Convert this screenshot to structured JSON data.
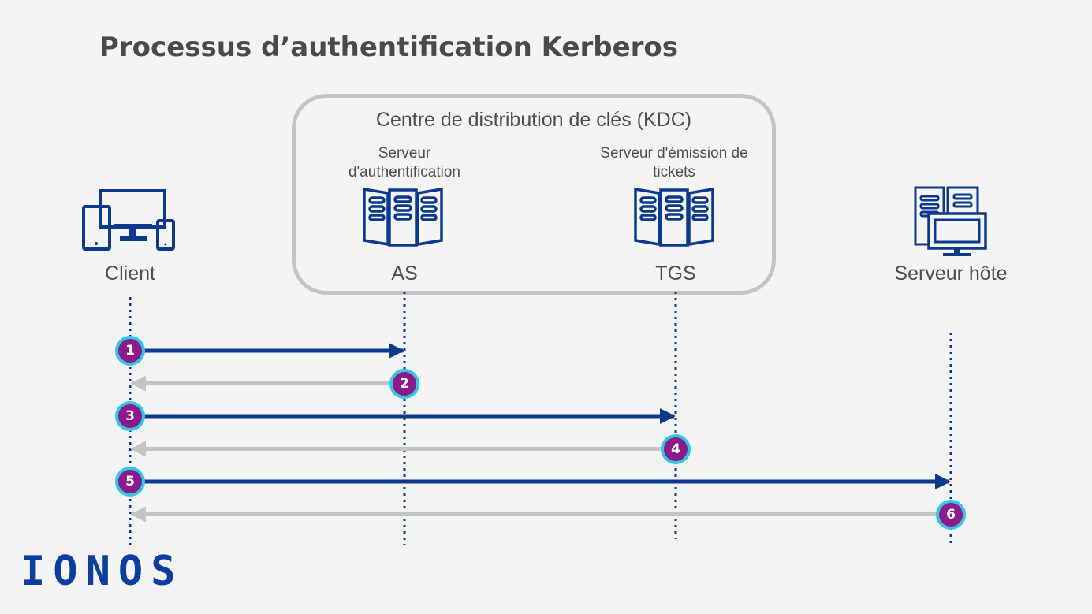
{
  "title": "Processus d’authentification Kerberos",
  "kdc": {
    "label": "Centre de distribution de clés (KDC)",
    "as_description": "Serveur\nd'authentification",
    "tgs_description_line1": "Serveur d'émission de",
    "tgs_description_line2": "tickets"
  },
  "entities": {
    "client": "Client",
    "as": "AS",
    "tgs": "TGS",
    "host": "Serveur hôte"
  },
  "steps": [
    {
      "number": "1",
      "from": "client",
      "to": "as"
    },
    {
      "number": "2",
      "from": "as",
      "to": "client"
    },
    {
      "number": "3",
      "from": "client",
      "to": "tgs"
    },
    {
      "number": "4",
      "from": "tgs",
      "to": "client"
    },
    {
      "number": "5",
      "from": "client",
      "to": "host"
    },
    {
      "number": "6",
      "from": "host",
      "to": "client"
    }
  ],
  "colors": {
    "request_arrow": "#0b3a8c",
    "response_arrow": "#c4c4c4",
    "badge_fill": "#8b1a8b",
    "badge_ring": "#33c7e6",
    "icon": "#0b3a8c"
  },
  "logo": "IONOS",
  "icons": {
    "client": "devices-icon",
    "as": "server-rack-icon",
    "tgs": "server-rack-icon",
    "host": "host-server-icon"
  }
}
